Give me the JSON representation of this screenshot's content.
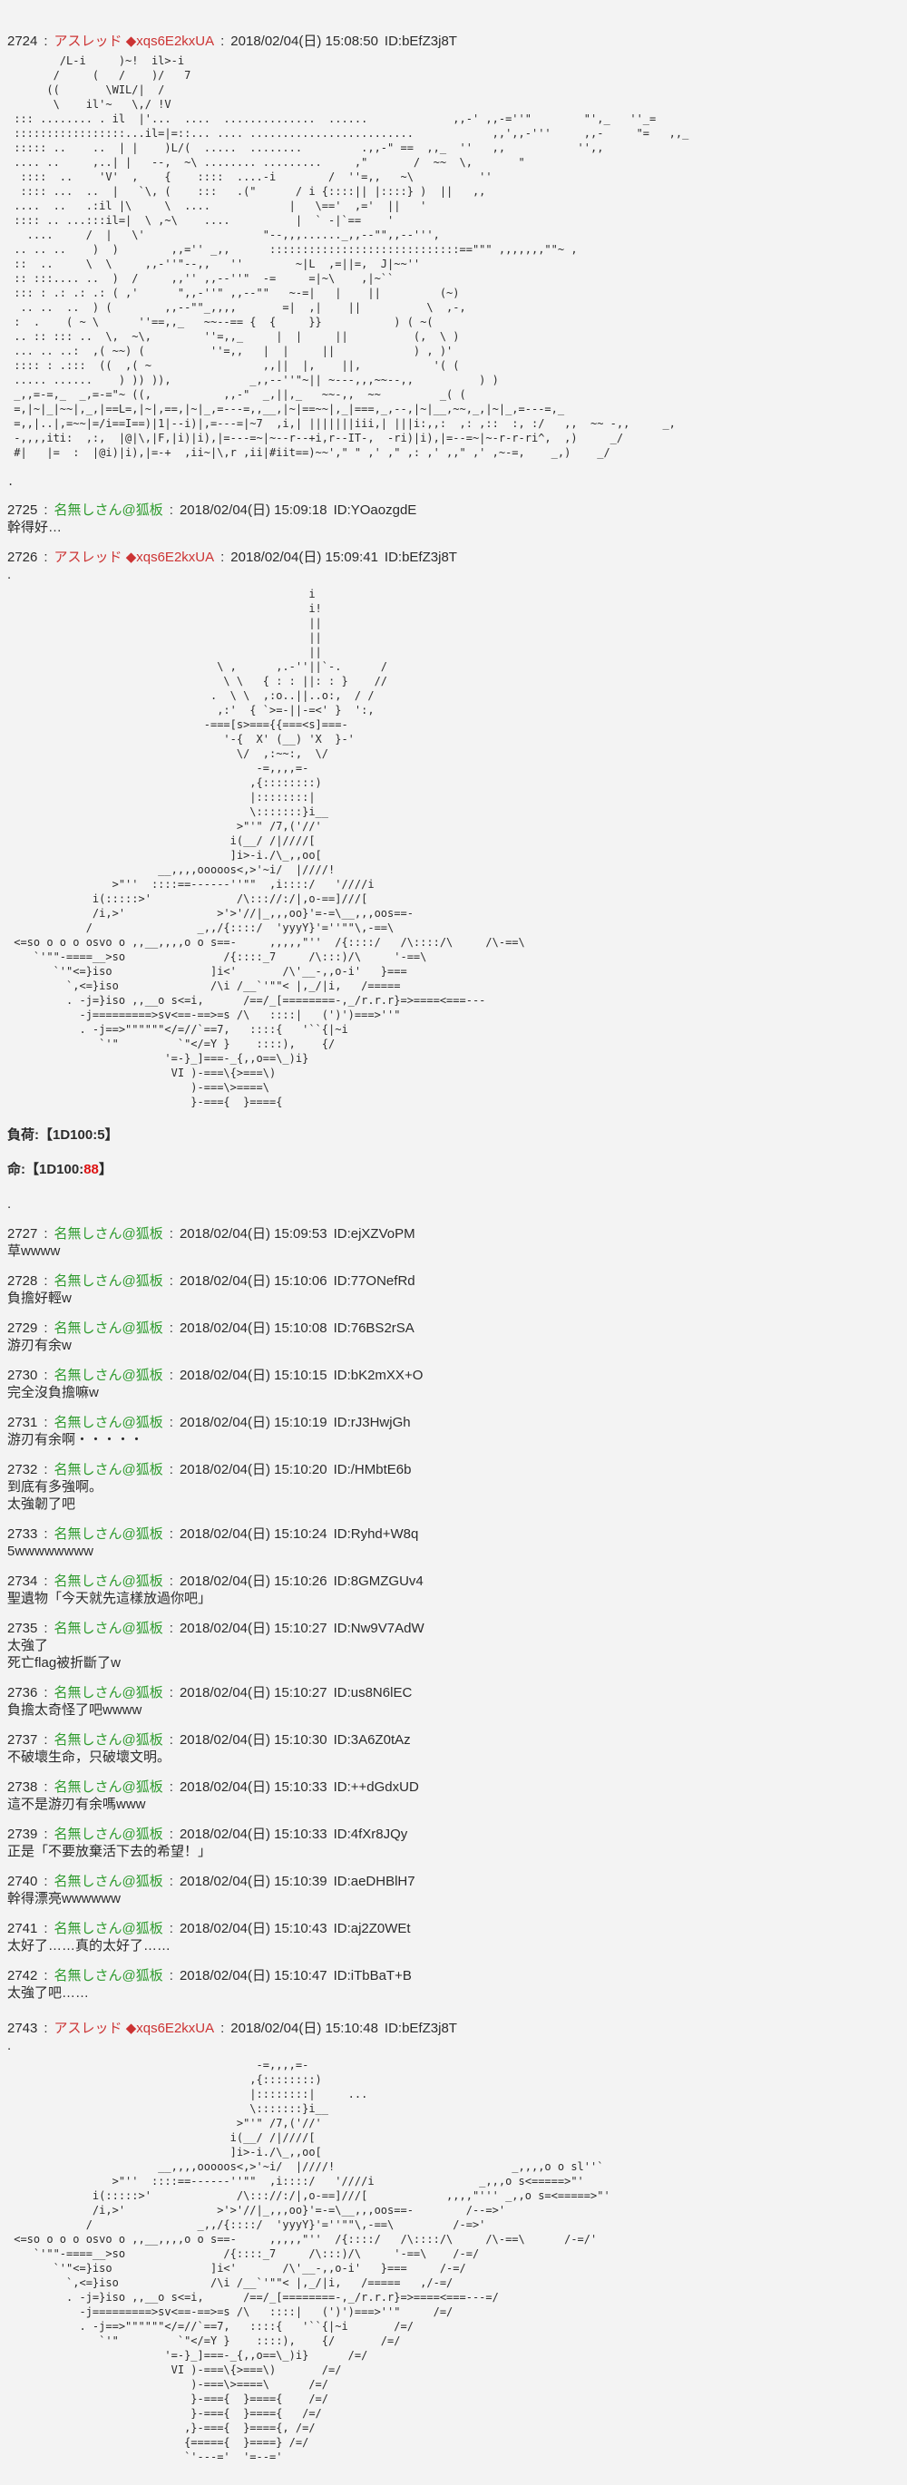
{
  "page": {
    "background": "#f3f3f3",
    "text_color": "#2b2b2b"
  },
  "colors": {
    "anon_name": "#2e9b2e",
    "trip_name": "#cc3333",
    "dice_red": "#dd1111"
  },
  "header_sep": ":",
  "posts": [
    {
      "no": "2724",
      "name": "アスレッド ◆xqs6E2kxUA",
      "author_type": "trip",
      "datetime": "2018/02/04(日) 15:08:50",
      "id": "ID:bEfZ3j8T",
      "lines": [
        "@AA"
      ],
      "aa": [
        "        /L-i     )~!  il>-i",
        "       /     (   /    )/   7",
        "      ((       \\WIL/|  /",
        "       \\    il'~   \\,/ !V",
        " ::: ........ . il  |'...  ....  ..............  ......             ,,-' ,,-=''\"        \"',_   ''_=",
        " :::::::::::::::::...il=|=::... .... .........................            ,,',,-'''     ,,-     \"=   ,,_",
        " ::::: ..    ..  | |    )L/(  .....  ........         .,,-\" ==  ,,_  ''   ,,           '',,",
        " .... ..     ,..| |   --,  ~\\ ........ .........     ,\"       /  ~~  \\,       \"",
        "  ::::  ..    'V'  ,    {    ::::  ....-i        /  ''=,,   ~\\          ''",
        "  :::: ...  ..  |   `\\, (    :::   .(\"      / i {::::|| |::::} )  ||   ,,",
        " ....  ..   .:il |\\     \\  ....            |   \\=='  ,='  ||   '",
        " :::: .. ...:::il=|  \\ ,~\\    ....          |  ` -|`==    '",
        "   ....     /  |   \\'                  \"--,,,......_,,--\"\",,--''',",
        " .. .. ..    )  )        ,,='' _,,      :::::::::::::::::::::::::::::==\"\"\" ,,,,,,,\"\"~ ,",
        " ::  ..     \\  \\     ,,-''\"--,,   ''        ~|L  ,=||=,  J|~~''",
        " :: :::.... ..  )  /     ,,'' ,,--''\"  -=     =|~\\    ,|~``",
        " ::: : .: .: .: ( ,'      \",,-''\" ,,--\"\"   ~-=|   |    ||         (~)",
        "  .. ..  ..  ) (        ,,--\"\"_,,,,       =|  ,|    ||          \\  ,-,",
        " :  .    ( ~ \\      ''==,,_   ~~--== {  {     }}           ) ( ~(",
        " .. :: ::: ..  \\,  ~\\,        ''=,,_     |  |     ||          (,  \\ )",
        " ... .. ..:  ,( ~~) (          ''=,,   |  |     ||            ) , )'",
        " :::: : .:::  ((  ,( ~                 ,,||  |,    ||,           '( (",
        " ..... ......    ) )) )),            _,,--''\"~|| ~---,,,~~--,,          ) )",
        " _,,=-=,_  _,=-=\"~ ((,           ,,-\"  _,||,_   ~~-,,  ~~         _( (",
        " =,|~|_|~~|,_,|==L=,|~|,==,|~|_,=---=,,__,|~|==~~|,_|===,_,--,|~|__,~~,_,|~|_,=---=,_",
        " =,,|..|,=~~|=/i==I==)|1|--i)|,=---=|~7  ,i,| |||||||iii,| |||i:,,:  ,: ,::  :, :/   ,,  ~~ -,,     _,",
        " -,,,,iti:  ,:,  |@|\\,|F,|i)|i),|=---=~|~--r--+i,r--IT-,  -ri)|i),|=--=~|~-r-r-ri^,  ,)     _/",
        " #|   |=  :  |@i)|i),|=-+  ,ii~|\\,r ,ii|#iit==)~~',\" \" ,' ,\" ,: ,' ,,\" ,' ,~-=,    _,)    _/",
        "",
        "."
      ]
    },
    {
      "no": "2725",
      "name": "名無しさん@狐板",
      "author_type": "anon",
      "datetime": "2018/02/04(日) 15:09:18",
      "id": "ID:YOaozgdE",
      "lines": [
        "幹得好…"
      ]
    },
    {
      "no": "2726",
      "name": "アスレッド ◆xqs6E2kxUA",
      "author_type": "trip",
      "datetime": "2018/02/04(日) 15:09:41",
      "id": "ID:bEfZ3j8T",
      "lines": [
        ".",
        "@AA",
        "",
        {
          "dice": true,
          "parts": [
            {
              "t": "負荷:【1D100:"
            },
            {
              "t": "5"
            },
            {
              "t": "】"
            }
          ]
        },
        "",
        {
          "dice": true,
          "parts": [
            {
              "t": "命:【1D100:"
            },
            {
              "t": "88",
              "red": true
            },
            {
              "t": "】"
            }
          ]
        },
        "",
        "."
      ],
      "aa": [
        "                                              i",
        "                                              i!",
        "                                              ||",
        "                                              ||",
        "                                              ||",
        "                                \\ ,      ,.-''||`-.      /",
        "                                 \\ \\   { : : ||: : }    //",
        "                               .  \\ \\  ,:o..||..o:,  / /",
        "                                ,:'  { `>=-||-=<' }  ':,",
        "                              -===[s>==={{===<s]===-",
        "                                 '-{  X' (__) 'X  }-'",
        "                                   \\/  ,:~~:,  \\/",
        "                                      -=,,,,=-",
        "                                     ,{::::::::)",
        "                                     |::::::::|",
        "                                     \\:::::::}i__",
        "                                   >\"'\" /7,('//'",
        "                                  i(__/ /|////[",
        "                                  ]i>-i./\\_,,oo[",
        "                       __,,,,ooooos<,>'~i/  |////!",
        "                >\"''  ::::==------''\"\"  ,i::::/   '////i",
        "             i(:::::>'             /\\::://:/|,o-==]///[",
        "             /i,>'              >'>'//|_,,,oo}'=-=\\__,,,oos==-",
        "            /                _,,/{::::/  'yyyY}'=''\"\"\\,-==\\",
        " <=so o o o osvo o ,,__,,,,o o s==-     ,,,,,\"''  /{::::/   /\\::::/\\     /\\-==\\",
        "    `'\"\"-====__>so               /{::::_7     /\\:::)/\\     '-==\\",
        "       `'\"<=}iso               ]i<'       /\\'__-,,o-i'   }===",
        "         `,<=}iso              /\\i /__`'\"\"< |,_/|i,   /=====",
        "         . -j=}iso ,,__o s<=i,      /==/_[========-,_/r.r.r}=>====<===---",
        "           -j=========>sv<==-==>=s /\\   ::::|   (')')===>''\"",
        "           . -j==>\"\"\"\"\"\"</=//`==7,   ::::{   '``{|~i",
        "              `'\"         `\"</=Y }    ::::),    {/",
        "                        '=-}_]===-_{,,o==\\_)i}",
        "                         VI )-===\\{>===\\)",
        "                            )-===\\>====\\",
        "                            }-==={  }===={"
      ]
    },
    {
      "no": "2727",
      "name": "名無しさん@狐板",
      "author_type": "anon",
      "datetime": "2018/02/04(日) 15:09:53",
      "id": "ID:ejXZVoPM",
      "lines": [
        "草wwww"
      ]
    },
    {
      "no": "2728",
      "name": "名無しさん@狐板",
      "author_type": "anon",
      "datetime": "2018/02/04(日) 15:10:06",
      "id": "ID:77ONefRd",
      "lines": [
        "負擔好輕w"
      ]
    },
    {
      "no": "2729",
      "name": "名無しさん@狐板",
      "author_type": "anon",
      "datetime": "2018/02/04(日) 15:10:08",
      "id": "ID:76BS2rSA",
      "lines": [
        "游刃有余w"
      ]
    },
    {
      "no": "2730",
      "name": "名無しさん@狐板",
      "author_type": "anon",
      "datetime": "2018/02/04(日) 15:10:15",
      "id": "ID:bK2mXX+O",
      "lines": [
        "完全沒負擔嘛w"
      ]
    },
    {
      "no": "2731",
      "name": "名無しさん@狐板",
      "author_type": "anon",
      "datetime": "2018/02/04(日) 15:10:19",
      "id": "ID:rJ3HwjGh",
      "lines": [
        "游刃有余啊・・・・・"
      ]
    },
    {
      "no": "2732",
      "name": "名無しさん@狐板",
      "author_type": "anon",
      "datetime": "2018/02/04(日) 15:10:20",
      "id": "ID:/HMbtE6b",
      "lines": [
        "到底有多強啊。",
        "太強韌了吧"
      ]
    },
    {
      "no": "2733",
      "name": "名無しさん@狐板",
      "author_type": "anon",
      "datetime": "2018/02/04(日) 15:10:24",
      "id": "ID:Ryhd+W8q",
      "lines": [
        "5wwwwwwww"
      ]
    },
    {
      "no": "2734",
      "name": "名無しさん@狐板",
      "author_type": "anon",
      "datetime": "2018/02/04(日) 15:10:26",
      "id": "ID:8GMZGUv4",
      "lines": [
        "聖遺物「今天就先這樣放過你吧」"
      ]
    },
    {
      "no": "2735",
      "name": "名無しさん@狐板",
      "author_type": "anon",
      "datetime": "2018/02/04(日) 15:10:27",
      "id": "ID:Nw9V7AdW",
      "lines": [
        "太強了",
        "死亡flag被折斷了w"
      ]
    },
    {
      "no": "2736",
      "name": "名無しさん@狐板",
      "author_type": "anon",
      "datetime": "2018/02/04(日) 15:10:27",
      "id": "ID:us8N6lEC",
      "lines": [
        "負擔太奇怪了吧wwww"
      ]
    },
    {
      "no": "2737",
      "name": "名無しさん@狐板",
      "author_type": "anon",
      "datetime": "2018/02/04(日) 15:10:30",
      "id": "ID:3A6Z0tAz",
      "lines": [
        "不破壞生命，只破壞文明。"
      ]
    },
    {
      "no": "2738",
      "name": "名無しさん@狐板",
      "author_type": "anon",
      "datetime": "2018/02/04(日) 15:10:33",
      "id": "ID:++dGdxUD",
      "lines": [
        "這不是游刃有余嗎www"
      ]
    },
    {
      "no": "2739",
      "name": "名無しさん@狐板",
      "author_type": "anon",
      "datetime": "2018/02/04(日) 15:10:33",
      "id": "ID:4fXr8JQy",
      "lines": [
        "正是「不要放棄活下去的希望！」"
      ]
    },
    {
      "no": "2740",
      "name": "名無しさん@狐板",
      "author_type": "anon",
      "datetime": "2018/02/04(日) 15:10:39",
      "id": "ID:aeDHBlH7",
      "lines": [
        "幹得漂亮wwwwww"
      ]
    },
    {
      "no": "2741",
      "name": "名無しさん@狐板",
      "author_type": "anon",
      "datetime": "2018/02/04(日) 15:10:43",
      "id": "ID:aj2Z0WEt",
      "lines": [
        "太好了……真的太好了……"
      ]
    },
    {
      "no": "2742",
      "name": "名無しさん@狐板",
      "author_type": "anon",
      "datetime": "2018/02/04(日) 15:10:47",
      "id": "ID:iTbBaT+B",
      "lines": [
        "太強了吧……"
      ]
    },
    {
      "no": "2743",
      "name": "アスレッド ◆xqs6E2kxUA",
      "author_type": "trip",
      "datetime": "2018/02/04(日) 15:10:48",
      "id": "ID:bEfZ3j8T",
      "extra_gap": true,
      "lines": [
        ".",
        "@AA"
      ],
      "aa": [
        "                                      -=,,,,=-",
        "                                     ,{::::::::)",
        "                                     |::::::::|     ...",
        "                                     \\:::::::}i__",
        "                                   >\"'\" /7,('//'",
        "                                  i(__/ /|////[",
        "                                  ]i>-i./\\_,,oo[",
        "                       __,,,,ooooos<,>'~i/  |////!                           _,,,,o o sl''`",
        "                >\"''  ::::==------''\"\"  ,i::::/   '////i                _,,,o s<=====>\"'",
        "             i(:::::>'             /\\::://:/|,o-==]///[            ,,,,\"''' _,,o s=<=====>\"'",
        "             /i,>'              >'>'//|_,,,oo}'=-=\\__,,,oos==-        /--=>'",
        "            /                _,,/{::::/  'yyyY}'=''\"\"\\,-==\\         /-=>'",
        " <=so o o o osvo o ,,__,,,,o o s==-     ,,,,,\"''  /{::::/   /\\::::/\\     /\\-==\\      /-=/'",
        "    `'\"\"-====__>so               /{::::_7     /\\:::)/\\     '-==\\    /-=/",
        "       `'\"<=}iso               ]i<'       /\\'__-,,o-i'   }===     /-=/",
        "         `,<=}iso              /\\i /__`'\"\"< |,_/|i,   /=====   ,/-=/",
        "         . -j=}iso ,,__o s<=i,      /==/_[========-,_/r.r.r}=>====<===---=/",
        "           -j=========>sv<==-==>=s /\\   ::::|   (')')===>''\"     /=/",
        "           . -j==>\"\"\"\"\"\"</=//`==7,   ::::{   '``{|~i       /=/",
        "              `'\"         `\"</=Y }    ::::),    {/       /=/",
        "                        '=-}_]===-_{,,o==\\_)i}      /=/",
        "                         VI )-===\\{>===\\)       /=/",
        "                            )-===\\>====\\      /=/",
        "                            }-==={  }===={    /=/",
        "                            }-==={  }===={   /=/",
        "                           ,}-==={  }===={, /=/",
        "                           {====={  }====} /=/",
        "                           `'---='  '=--='"
      ]
    }
  ]
}
